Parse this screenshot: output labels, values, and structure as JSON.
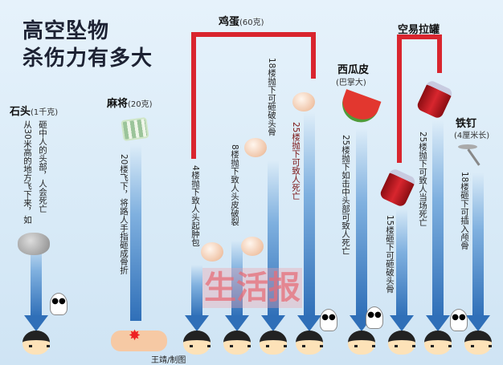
{
  "title": {
    "line1": "高空坠物",
    "line2": "杀伤力有多大"
  },
  "stone": {
    "name": "石头",
    "weight": "(1千克)",
    "text1": "从30米高的地方飞下来，如",
    "text2": "砸中人的头部，人会死亡"
  },
  "mahjong": {
    "name": "麻将",
    "weight": "(20克)",
    "text": "20楼飞下，将路人手指砸成骨折"
  },
  "egg": {
    "name": "鸡蛋",
    "weight": "(60克)",
    "t4": "4楼抛下致人头起肿包",
    "t8": "8楼抛下致人头皮破裂",
    "t18": "18楼抛下可砸破头骨",
    "t25": "25楼抛下可致人死亡"
  },
  "watermelon": {
    "name": "西瓜皮",
    "size": "(巴掌大)",
    "text": "25楼抛下如击中头部可致人死亡"
  },
  "can": {
    "name": "空易拉罐",
    "t25": "25楼抛下可致人当场死亡",
    "t15": "15楼砸下可砸破头骨"
  },
  "nail": {
    "name": "铁钉",
    "size": "(4厘米长)",
    "text": "18楼砸下可插入颅骨"
  },
  "watermark": "生活报",
  "credit": "王靖/制图",
  "colors": {
    "accent": "#d9252e",
    "bar": "#2f6fb8"
  }
}
